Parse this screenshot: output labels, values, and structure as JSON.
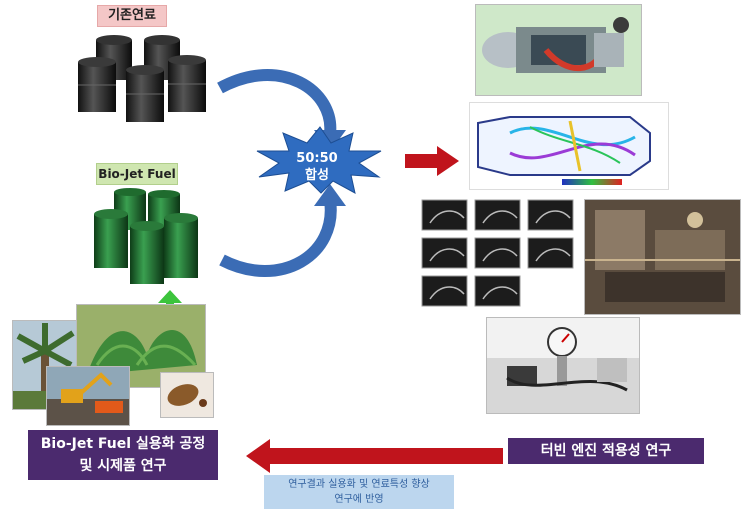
{
  "labels": {
    "conventional_fuel": "기존연료",
    "bio_jet_fuel": "Bio-Jet Fuel",
    "blend_line1": "50:50",
    "blend_line2": "합성",
    "left_box_line1": "Bio-Jet Fuel 실용화 공정",
    "left_box_line2": "및 시제품 연구",
    "right_box": "터빈 엔진 적용성 연구",
    "note_line1": "연구결과 실용화 및 연료특성 향상",
    "note_line2": "연구에 반영"
  },
  "colors": {
    "purple_box": "#4b2a6e",
    "red_arrow": "#c0141c",
    "blue_arrow": "#3b6cb5",
    "green_arrow": "#3cc43c",
    "star_fill": "#2f6cc0"
  }
}
